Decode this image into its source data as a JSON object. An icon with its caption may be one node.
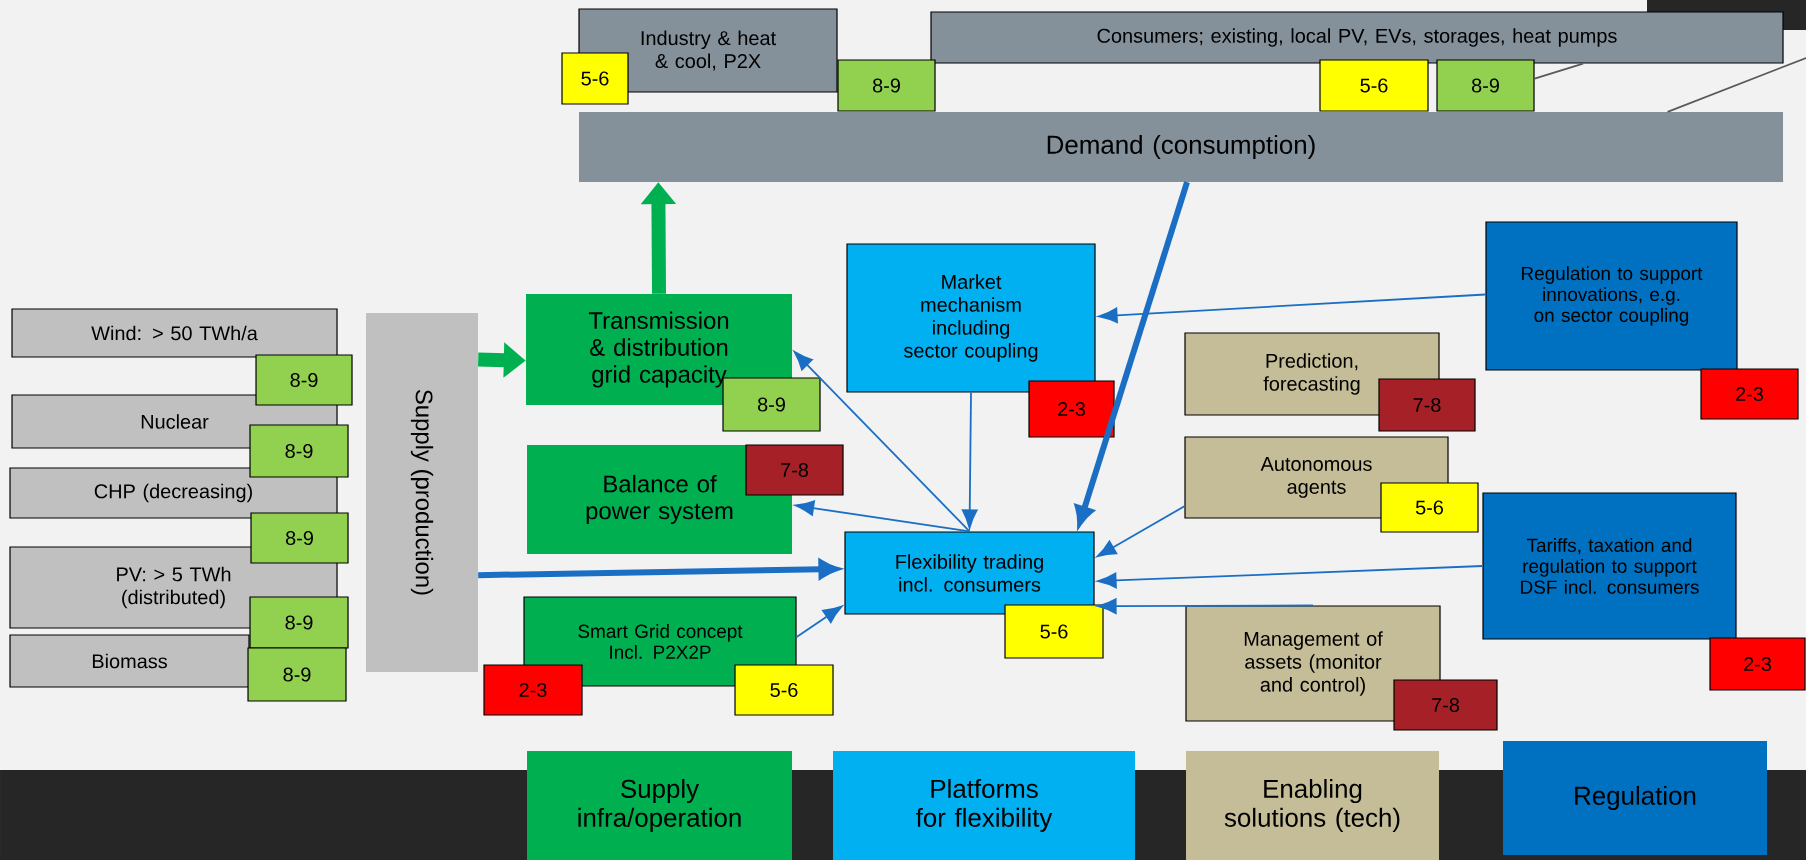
{
  "diagram": {
    "nodes": [
      {
        "text": [
          "Industry & heat & cool, P2X"
        ]
      },
      {
        "text": [
          "5-6"
        ]
      },
      {
        "text": [
          "8-9"
        ]
      },
      {
        "text": [
          "Consumers; existing, local PV, EVs, storages, heat pumps"
        ]
      },
      {
        "text": [
          "5-6"
        ]
      },
      {
        "text": [
          "8-9"
        ]
      },
      {
        "text": [
          "Demand (consumption)"
        ]
      },
      {
        "text": [
          "Wind: > 50 TWh/a"
        ]
      },
      {
        "text": [
          "8-9"
        ]
      },
      {
        "text": [
          "Nuclear"
        ]
      },
      {
        "text": [
          "8-9"
        ]
      },
      {
        "text": [
          "CHP (decreasing)"
        ]
      },
      {
        "text": [
          "8-9"
        ]
      },
      {
        "text": [
          "PV: > 5 TWh (distributed)"
        ]
      },
      {
        "text": [
          "8-9"
        ]
      },
      {
        "text": [
          "Biomass"
        ]
      },
      {
        "text": [
          "8-9"
        ]
      },
      {
        "text": [
          "Supply (production)"
        ]
      },
      {
        "text": [
          "Transmission & distribution grid capacity"
        ]
      },
      {
        "text": [
          "8-9"
        ]
      },
      {
        "text": [
          "Balance of power system"
        ]
      },
      {
        "text": [
          "7-8"
        ]
      },
      {
        "text": [
          "Smart Grid concept Incl. P2X2P"
        ]
      },
      {
        "text": [
          "2-3"
        ]
      },
      {
        "text": [
          "5-6"
        ]
      },
      {
        "text": [
          "Market mechanism including sector coupling"
        ]
      },
      {
        "text": [
          "2-3"
        ]
      },
      {
        "text": [
          "Flexibility trading incl. consumers"
        ]
      },
      {
        "text": [
          "5-6"
        ]
      },
      {
        "text": [
          "Prediction, forecasting"
        ]
      },
      {
        "text": [
          "7-8"
        ]
      },
      {
        "text": [
          "Autonomous agents"
        ]
      },
      {
        "text": [
          "5-6"
        ]
      },
      {
        "text": [
          "Management of assets (monitor and control)"
        ]
      },
      {
        "text": [
          "7-8"
        ]
      },
      {
        "text": [
          "Regulation to support innovations, e.g. on sector coupling"
        ]
      },
      {
        "text": [
          "2-3"
        ]
      },
      {
        "text": [
          "Tariffs, taxation and regulation to support DSF incl. consumers"
        ]
      },
      {
        "text": [
          "2-3"
        ]
      },
      {
        "text": [
          "Supply infra/operation"
        ]
      },
      {
        "text": [
          "Platforms for flexibility"
        ]
      },
      {
        "text": [
          "Enabling solutions (tech)"
        ]
      },
      {
        "text": [
          "Regulation"
        ]
      }
    ],
    "edges": [
      {
        "from": 6,
        "to": 27,
        "arrow": "to",
        "style": "thick"
      },
      {
        "from": 25,
        "to": 27,
        "arrow": "to"
      },
      {
        "from": 27,
        "to": 18,
        "arrow": "to"
      },
      {
        "from": 27,
        "to": 20,
        "arrow": "to"
      },
      {
        "from": 17,
        "to": 27,
        "arrow": "to",
        "style": "thick"
      },
      {
        "from": 22,
        "to": 27,
        "arrow": "to"
      },
      {
        "from": 35,
        "to": 25,
        "arrow": "to"
      },
      {
        "from": 31,
        "to": 27,
        "arrow": "to"
      },
      {
        "from": 37,
        "to": 27,
        "arrow": "to"
      },
      {
        "from": 33,
        "to": 27,
        "arrow": "to"
      },
      {
        "from": 18,
        "to": 6,
        "arrow": "to",
        "style": "thick",
        "color": "#00b050"
      },
      {
        "from": 17,
        "to": 18,
        "arrow": "to",
        "style": "thick",
        "color": "#00b050"
      },
      {
        "from": 5,
        "to": 3,
        "arrow": "none",
        "color": "#595959"
      },
      {
        "from": null,
        "to": 6,
        "arrow": "none",
        "color": "#595959"
      }
    ]
  }
}
